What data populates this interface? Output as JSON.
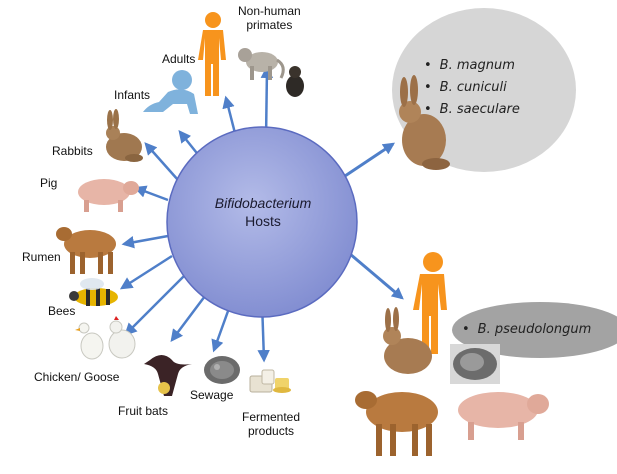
{
  "center": {
    "title_italic": "Bifidobacterium",
    "title": "Hosts"
  },
  "hosts": [
    {
      "key": "non-human-primates",
      "label": "Non-human\nprimates",
      "icon": "monkey-icon"
    },
    {
      "key": "adults",
      "label": "Adults",
      "icon": "adult-human-icon"
    },
    {
      "key": "infants",
      "label": "Infants",
      "icon": "infant-icon"
    },
    {
      "key": "rabbits",
      "label": "Rabbits",
      "icon": "rabbit-icon"
    },
    {
      "key": "pig",
      "label": "Pig",
      "icon": "pig-icon"
    },
    {
      "key": "rumen",
      "label": "Rumen",
      "icon": "cow-icon"
    },
    {
      "key": "bees",
      "label": "Bees",
      "icon": "bee-icon"
    },
    {
      "key": "chicken-goose",
      "label": "Chicken/ Goose",
      "icon": "poultry-icon"
    },
    {
      "key": "fruit-bats",
      "label": "Fruit bats",
      "icon": "bat-icon"
    },
    {
      "key": "sewage",
      "label": "Sewage",
      "icon": "sewage-icon"
    },
    {
      "key": "fermented-products",
      "label": "Fermented\nproducts",
      "icon": "fermented-products-icon"
    }
  ],
  "callouts": [
    {
      "key": "rabbit-species",
      "species": [
        "B. magnum",
        "B. cuniculi",
        "B. saeculare"
      ]
    },
    {
      "key": "multi-host-species",
      "species": [
        "B. pseudolongum"
      ]
    }
  ],
  "colors": {
    "center_fill": "#8f9ad8",
    "center_stroke": "#5b6bc0",
    "arrow": "#4f7fc9",
    "human_orange": "#f7941d",
    "infant_blue": "#7fb2dc",
    "callout_light": "#d9d9d9",
    "callout_dark": "#a9a9a9"
  }
}
